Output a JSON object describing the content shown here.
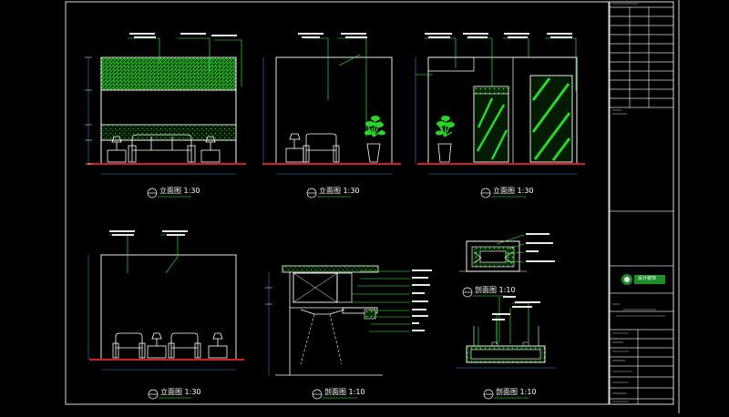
{
  "colors": {
    "background": "#000000",
    "frame": "#d8d8d8",
    "geometry": "#ffffff",
    "hatch": "#2bd62b",
    "annotation": "#3cff3c",
    "accent": "#d22020",
    "dimension": "#2a8fd6"
  },
  "drawings": {
    "elevation_1": {
      "title": "立面图",
      "scale": "1:30"
    },
    "elevation_2": {
      "title": "立面图",
      "scale": "1:30"
    },
    "elevation_3": {
      "title": "立面图",
      "scale": "1:30"
    },
    "elevation_4": {
      "title": "立面图",
      "scale": "1:30"
    },
    "section_1": {
      "title": "剖面图",
      "scale": "1:10"
    },
    "section_2": {
      "title": "剖面图",
      "scale": "1:10"
    },
    "section_3": {
      "title": "剖面图",
      "scale": "1:10"
    }
  },
  "title_block": {
    "logo_icon": "company-logo",
    "logo_text": "设计装饰"
  }
}
